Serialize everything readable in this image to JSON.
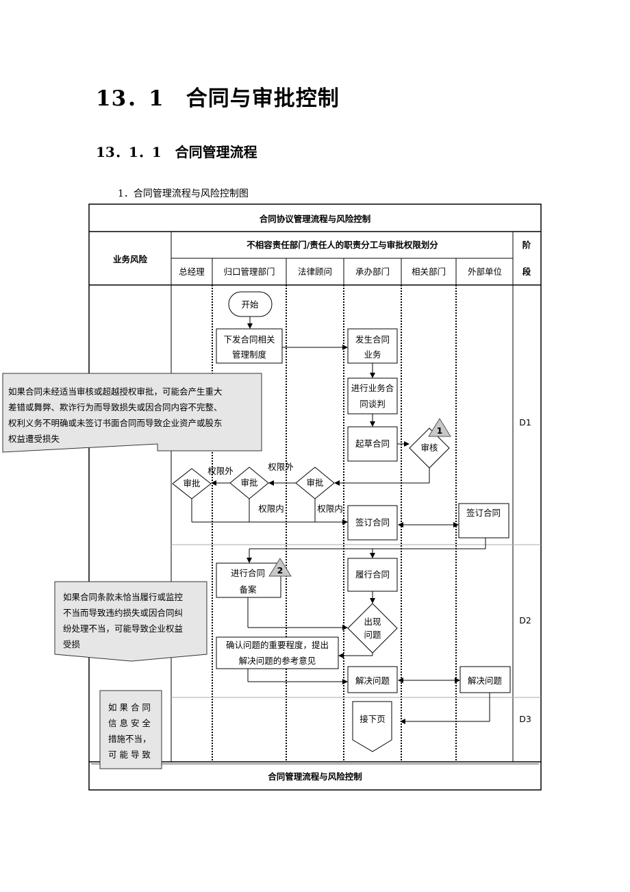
{
  "heading1": "13．1　合同与审批控制",
  "heading2": "13．1．1　合同管理流程",
  "caption": "1．合同管理流程与风险控制图",
  "table": {
    "title": "合同协议管理流程与风险控制",
    "risk_header": "业务风险",
    "division_header": "不相容责任部门/责任人的职责分工与审批权限划分",
    "stage_header_1": "阶",
    "stage_header_2": "段",
    "columns": [
      "总经理",
      "归口管理部门",
      "法律顾问",
      "承办部门",
      "相关部门",
      "外部单位"
    ],
    "stages": [
      "D1",
      "D2",
      "D3"
    ],
    "footer": "合同管理流程与风险控制"
  },
  "flow": {
    "start": "开始",
    "issue_rules_1": "下发合同相关",
    "issue_rules_2": "管理制度",
    "occur_1": "发生合同",
    "occur_2": "业务",
    "negotiate_1": "进行业务合",
    "negotiate_2": "同谈判",
    "draft": "起草合同",
    "review": "审核",
    "approve_gm": "审批",
    "approve_dept": "审批",
    "approve_legal": "审批",
    "over_limit_1": "权限外",
    "over_limit_2": "权限外",
    "within_limit_1": "权限内",
    "within_limit_2": "权限内",
    "sign": "签订合同",
    "sign_external": "签订合同",
    "filing_1": "进行合同",
    "filing_2": "备案",
    "perform": "履行合同",
    "problem_1": "出现",
    "problem_2": "问题",
    "confirm_1": "确认问题的重要程度，提出",
    "confirm_2": "解决问题的参考意见",
    "resolve": "解决问题",
    "resolve_external": "解决问题",
    "next_page": "接下页",
    "marker_1": "1",
    "marker_2": "2"
  },
  "risks": {
    "risk1": [
      "如果合同未经适当审核或超越授权审批，可能会产生重大",
      "差错或舞弊、欺诈行为而导致损失或因合同内容不完整、",
      "权利义务不明确或未签订书面合同而导致企业资产或股东",
      "权益遭受损失"
    ],
    "risk2": [
      "如果合同条款未恰当履行或监控",
      "不当而导致违约损失或因合同纠",
      "纷处理不当，可能导致企业权益",
      "受损"
    ],
    "risk3": [
      "如 果 合 同",
      "信 息 安 全",
      "措施不当，",
      "可 能 导 致"
    ]
  }
}
